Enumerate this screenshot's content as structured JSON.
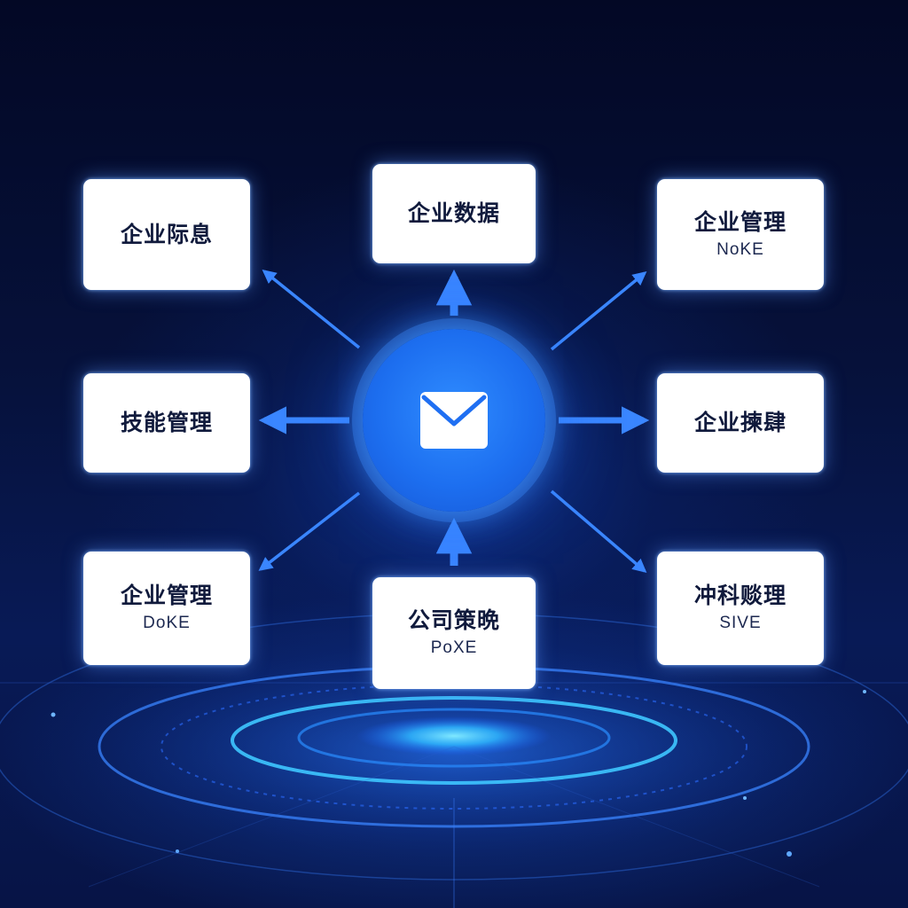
{
  "center": {
    "icon": "envelope-icon"
  },
  "nodes": [
    {
      "id": "top-left",
      "title": "企业际息",
      "subtitle": ""
    },
    {
      "id": "top",
      "title": "企业数据",
      "subtitle": ""
    },
    {
      "id": "top-right",
      "title": "企业管理",
      "subtitle": "NoKE"
    },
    {
      "id": "left",
      "title": "技能管理",
      "subtitle": ""
    },
    {
      "id": "right",
      "title": "企业揀肆",
      "subtitle": ""
    },
    {
      "id": "bottom-left",
      "title": "企业管理",
      "subtitle": "DoKE"
    },
    {
      "id": "bottom",
      "title": "公司策晩",
      "subtitle": "PoXE"
    },
    {
      "id": "bottom-right",
      "title": "冲科赕理",
      "subtitle": "SIVE"
    }
  ],
  "colors": {
    "background": "#040b2a",
    "accent": "#2f7bff",
    "arrow": "#3a86ff",
    "card": "#ffffff",
    "card_text": "#101a3c"
  }
}
